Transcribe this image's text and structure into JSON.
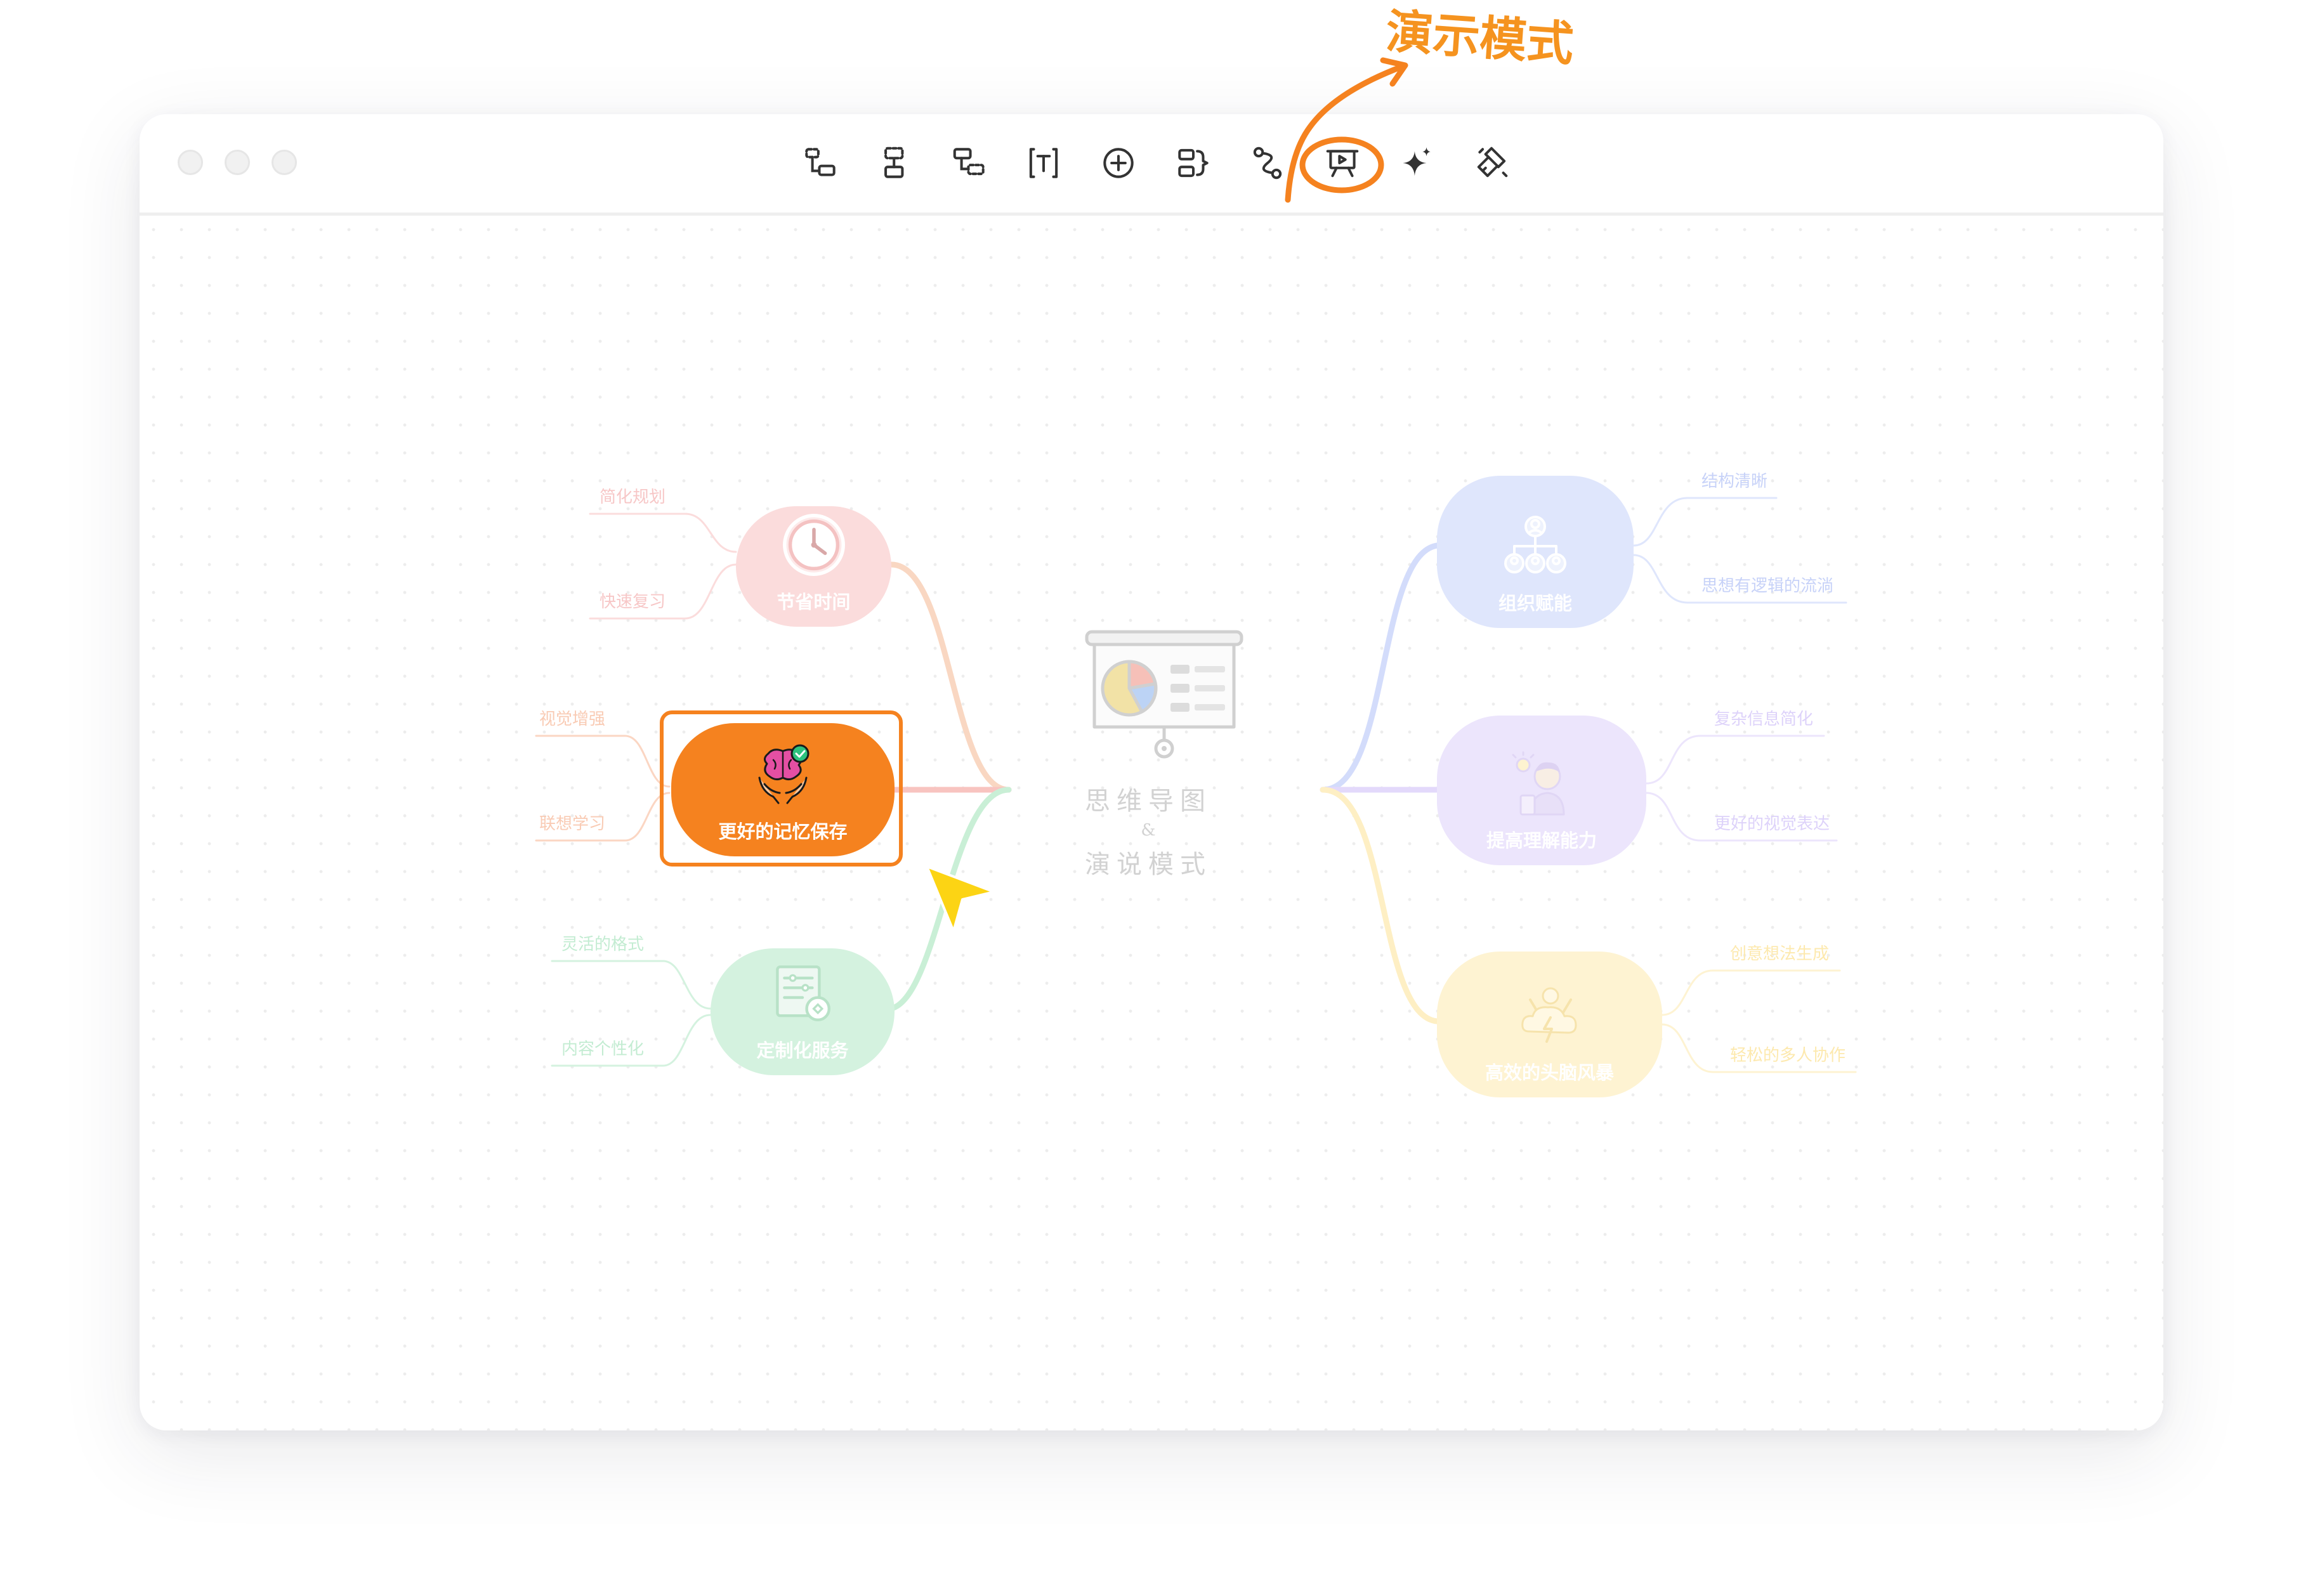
{
  "annotation": {
    "label": "演示模式",
    "color": "#f5931f"
  },
  "toolbar": {
    "items": [
      {
        "name": "child-topic",
        "icon": "child-topic-icon"
      },
      {
        "name": "sibling-topic",
        "icon": "sibling-topic-icon"
      },
      {
        "name": "parent-topic",
        "icon": "parent-topic-icon"
      },
      {
        "name": "text",
        "icon": "text-icon"
      },
      {
        "name": "insert",
        "icon": "plus-circle-icon"
      },
      {
        "name": "summary",
        "icon": "summary-icon"
      },
      {
        "name": "relationship",
        "icon": "relationship-icon"
      },
      {
        "name": "presentation",
        "icon": "presentation-icon"
      },
      {
        "name": "ai",
        "icon": "sparkle-icon"
      },
      {
        "name": "format",
        "icon": "format-brush-icon"
      }
    ]
  },
  "mindmap": {
    "center": {
      "line1": "思维导图",
      "amp": "&",
      "line2": "演说模式",
      "icon": "presentation-board-icon"
    },
    "branches": [
      {
        "key": "save-time",
        "label": "节省时间",
        "color": "#f7a7a6",
        "icon": "clock-icon",
        "leaves": [
          "简化规划",
          "快速复习"
        ]
      },
      {
        "key": "memory",
        "label": "更好的记忆保存",
        "color": "#f5821f",
        "icon": "brain-hands-icon",
        "selected": true,
        "leaves": [
          "视觉增强",
          "联想学习"
        ]
      },
      {
        "key": "custom",
        "label": "定制化服务",
        "color": "#9ee2b7",
        "icon": "settings-page-icon",
        "leaves": [
          "灵活的格式",
          "内容个性化"
        ]
      },
      {
        "key": "organize",
        "label": "组织赋能",
        "color": "#a8b8f7",
        "icon": "org-chart-icon",
        "leaves": [
          "结构清晰",
          "思想有逻辑的流淌"
        ]
      },
      {
        "key": "understand",
        "label": "提高理解能力",
        "color": "#cdbcf8",
        "icon": "thinker-icon",
        "leaves": [
          "复杂信息简化",
          "更好的视觉表达"
        ]
      },
      {
        "key": "brainstorm",
        "label": "高效的头脑风暴",
        "color": "#fde59a",
        "icon": "idea-cloud-icon",
        "leaves": [
          "创意想法生成",
          "轻松的多人协作"
        ]
      }
    ]
  }
}
